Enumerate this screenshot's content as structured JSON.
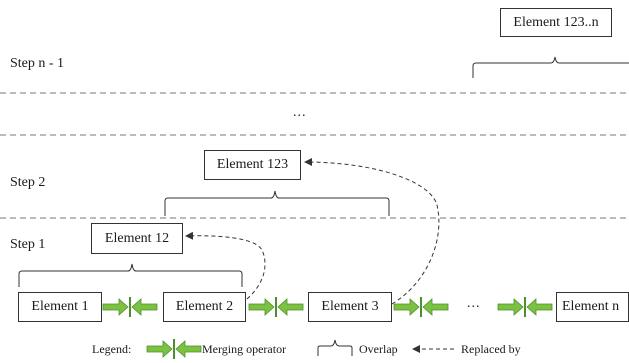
{
  "steps": {
    "n_minus_1": "Step n - 1",
    "two": "Step 2",
    "one": "Step 1"
  },
  "ellipsis": "...",
  "elements": {
    "e1": "Element 1",
    "e2": "Element 2",
    "e3": "Element 3",
    "en": "Element n",
    "e12": "Element 12",
    "e123": "Element 123",
    "e123n": "Element 123..n"
  },
  "legend": {
    "title": "Legend:",
    "merging": "Merging operator",
    "overlap": "Overlap",
    "replaced": "Replaced by"
  },
  "colors": {
    "merge_green": "#7cc242",
    "merge_dark": "#4e8f2a",
    "line": "#333333"
  }
}
